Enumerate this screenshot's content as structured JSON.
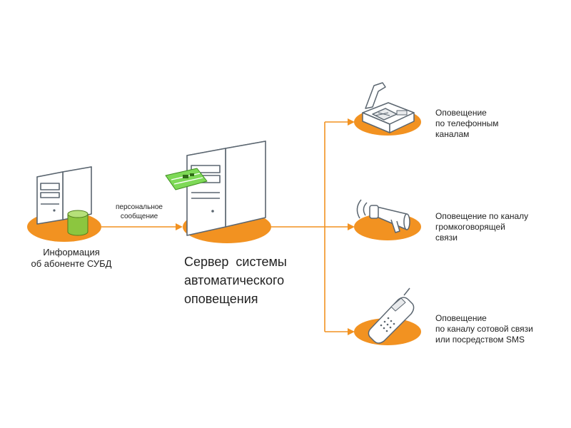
{
  "colors": {
    "accent": "#f29221",
    "outline": "#5b6670",
    "db_green": "#8cc63f",
    "board_green": "#7ed957"
  },
  "database": {
    "caption_line1": "Информация",
    "caption_line2": "об абоненте СУБД",
    "icon": "server-database-icon"
  },
  "message": {
    "label_line1": "персональное",
    "label_line2": "сообщение"
  },
  "server": {
    "title_line1": "Сервер  системы",
    "title_line2": "автоматического",
    "title_line3": "оповещения",
    "icon": "server-with-board-icon"
  },
  "channels": [
    {
      "icon": "desk-phone-icon",
      "line1": "Оповещение",
      "line2": "по телефонным",
      "line3": "каналам"
    },
    {
      "icon": "loudspeaker-icon",
      "line1": "Оповещение по каналу",
      "line2": "громкоговорящей",
      "line3": "связи"
    },
    {
      "icon": "mobile-phone-icon",
      "line1": "Оповещение",
      "line2": "по каналу сотовой связи",
      "line3": "или посредством SMS"
    }
  ]
}
